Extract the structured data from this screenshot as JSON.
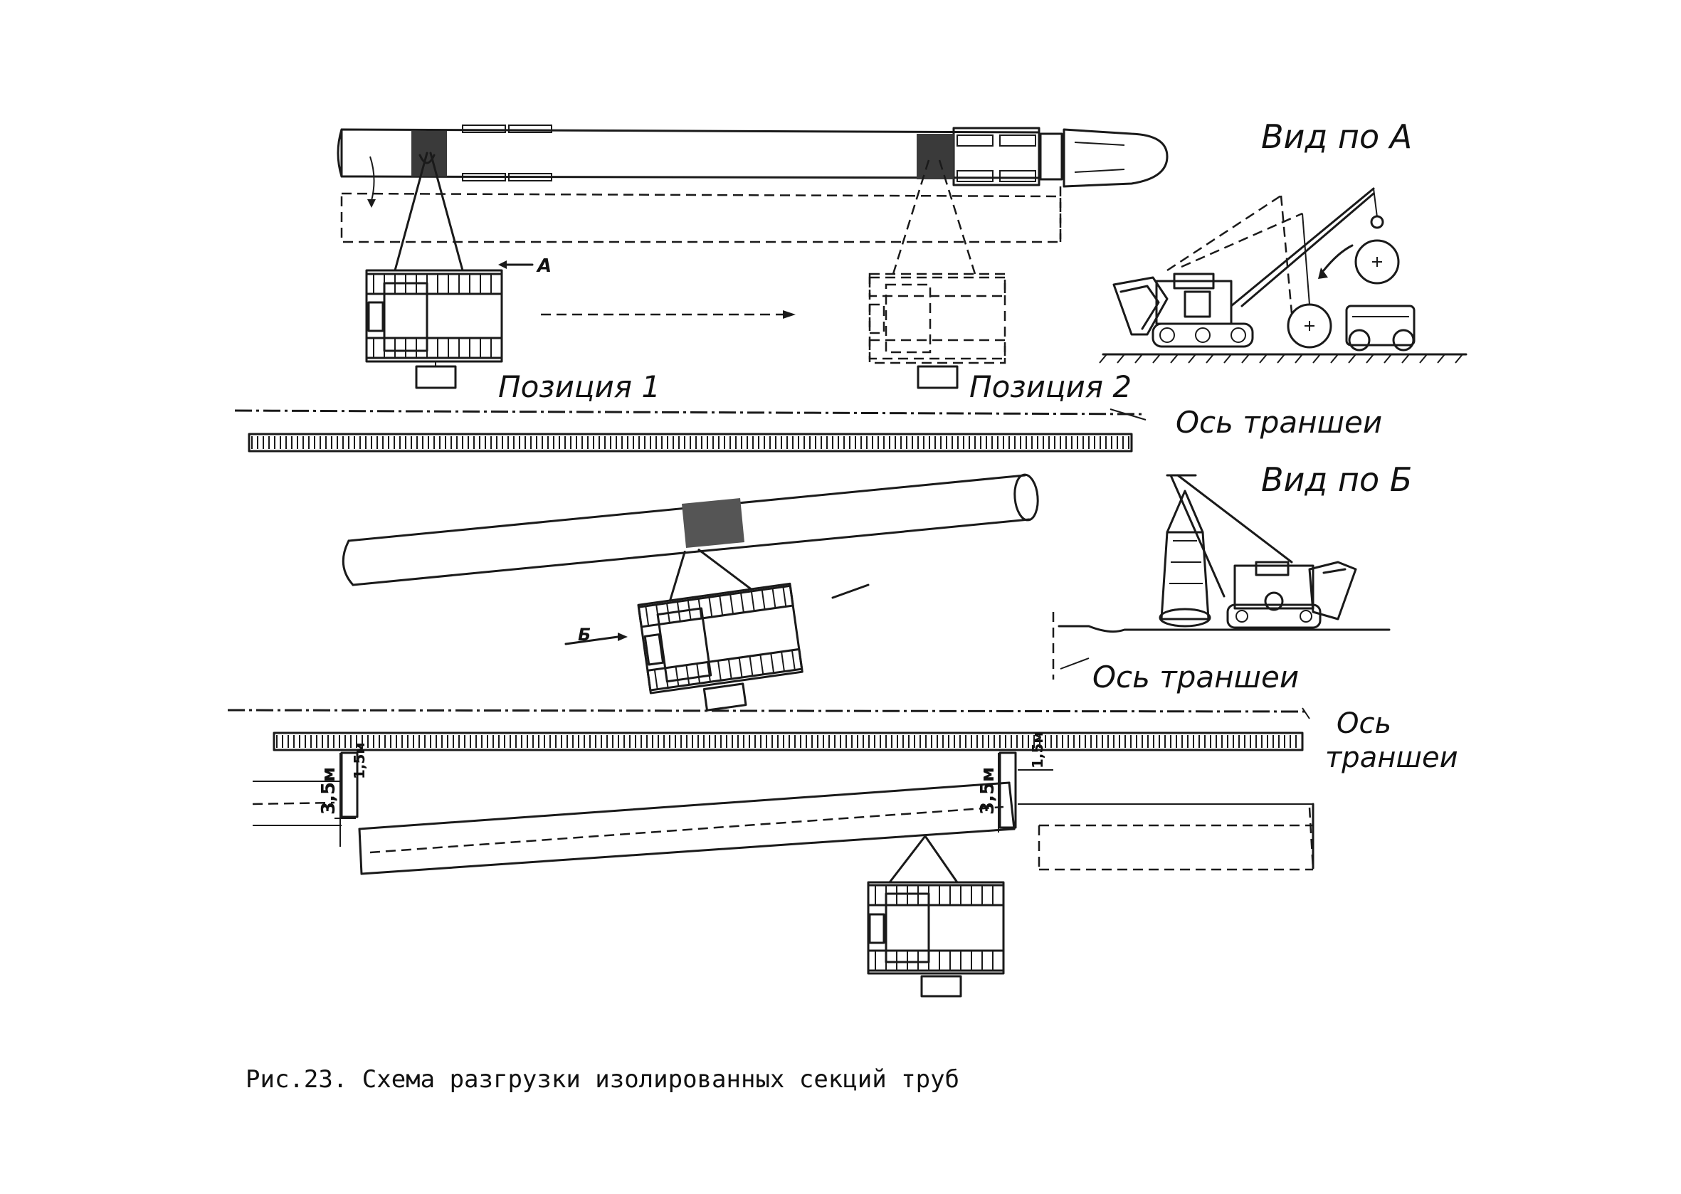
{
  "labels": {
    "view_a": "Вид по А",
    "view_b": "Вид по Б",
    "position_1": "Позиция 1",
    "position_2": "Позиция 2",
    "trench_axis_1": "Ось траншеи",
    "trench_axis_2": "Ось траншеи",
    "trench_axis_3_line1": "Ось",
    "trench_axis_3_line2": "траншеи",
    "arrow_a": "А",
    "arrow_b": "Б",
    "dim_left_35": "3,5м",
    "dim_left_15": "1,5м",
    "dim_right_35": "3,5м",
    "dim_right_15": "1,5м"
  },
  "caption": "Рис.23. Схема разгрузки изолированных секций труб",
  "colors": {
    "ink": "#1a1a1a",
    "background": "#ffffff"
  }
}
